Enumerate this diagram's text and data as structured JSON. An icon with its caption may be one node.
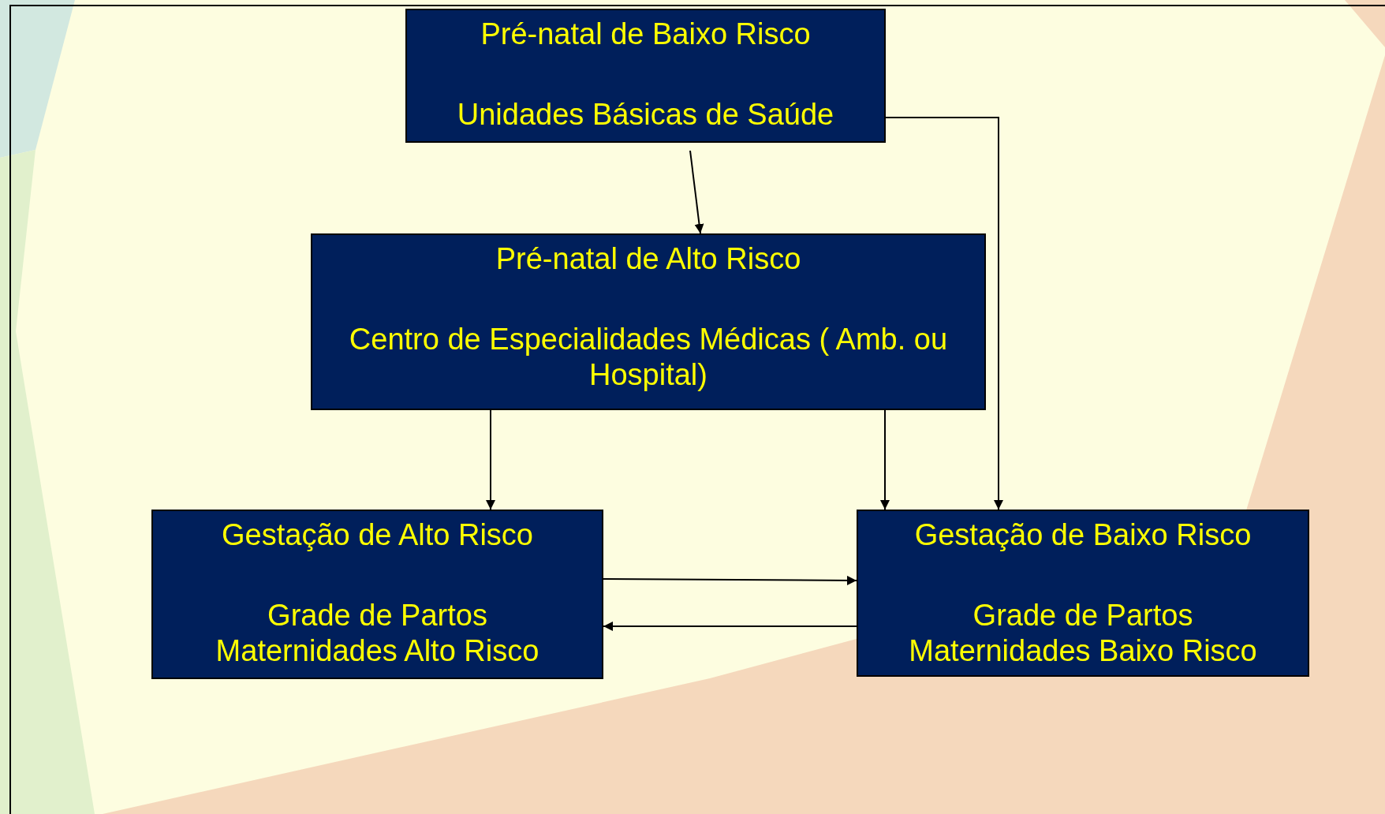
{
  "diagram": {
    "nodes": [
      {
        "text": [
          "Pré-natal de Baixo Risco",
          "Unidades Básicas de Saúde"
        ]
      },
      {
        "text": [
          "Pré-natal de Alto Risco",
          "Centro de Especialidades Médicas ( Amb. ou Hospital)"
        ]
      },
      {
        "text": [
          "Gestação de Alto Risco",
          "Grade de Partos Maternidades Alto Risco"
        ]
      },
      {
        "text": [
          "Gestação de Baixo Risco",
          "Grade de Partos Maternidades Baixo Risco"
        ]
      }
    ],
    "edges": [
      {
        "from": 0,
        "to": 1,
        "arrow": "to"
      },
      {
        "from": 0,
        "to": 3,
        "arrow": "to"
      },
      {
        "from": 1,
        "to": 2,
        "arrow": "to"
      },
      {
        "from": 1,
        "to": 3,
        "arrow": "to"
      },
      {
        "from": 2,
        "to": 3,
        "arrow": "to"
      },
      {
        "from": 3,
        "to": 2,
        "arrow": "to"
      }
    ]
  }
}
